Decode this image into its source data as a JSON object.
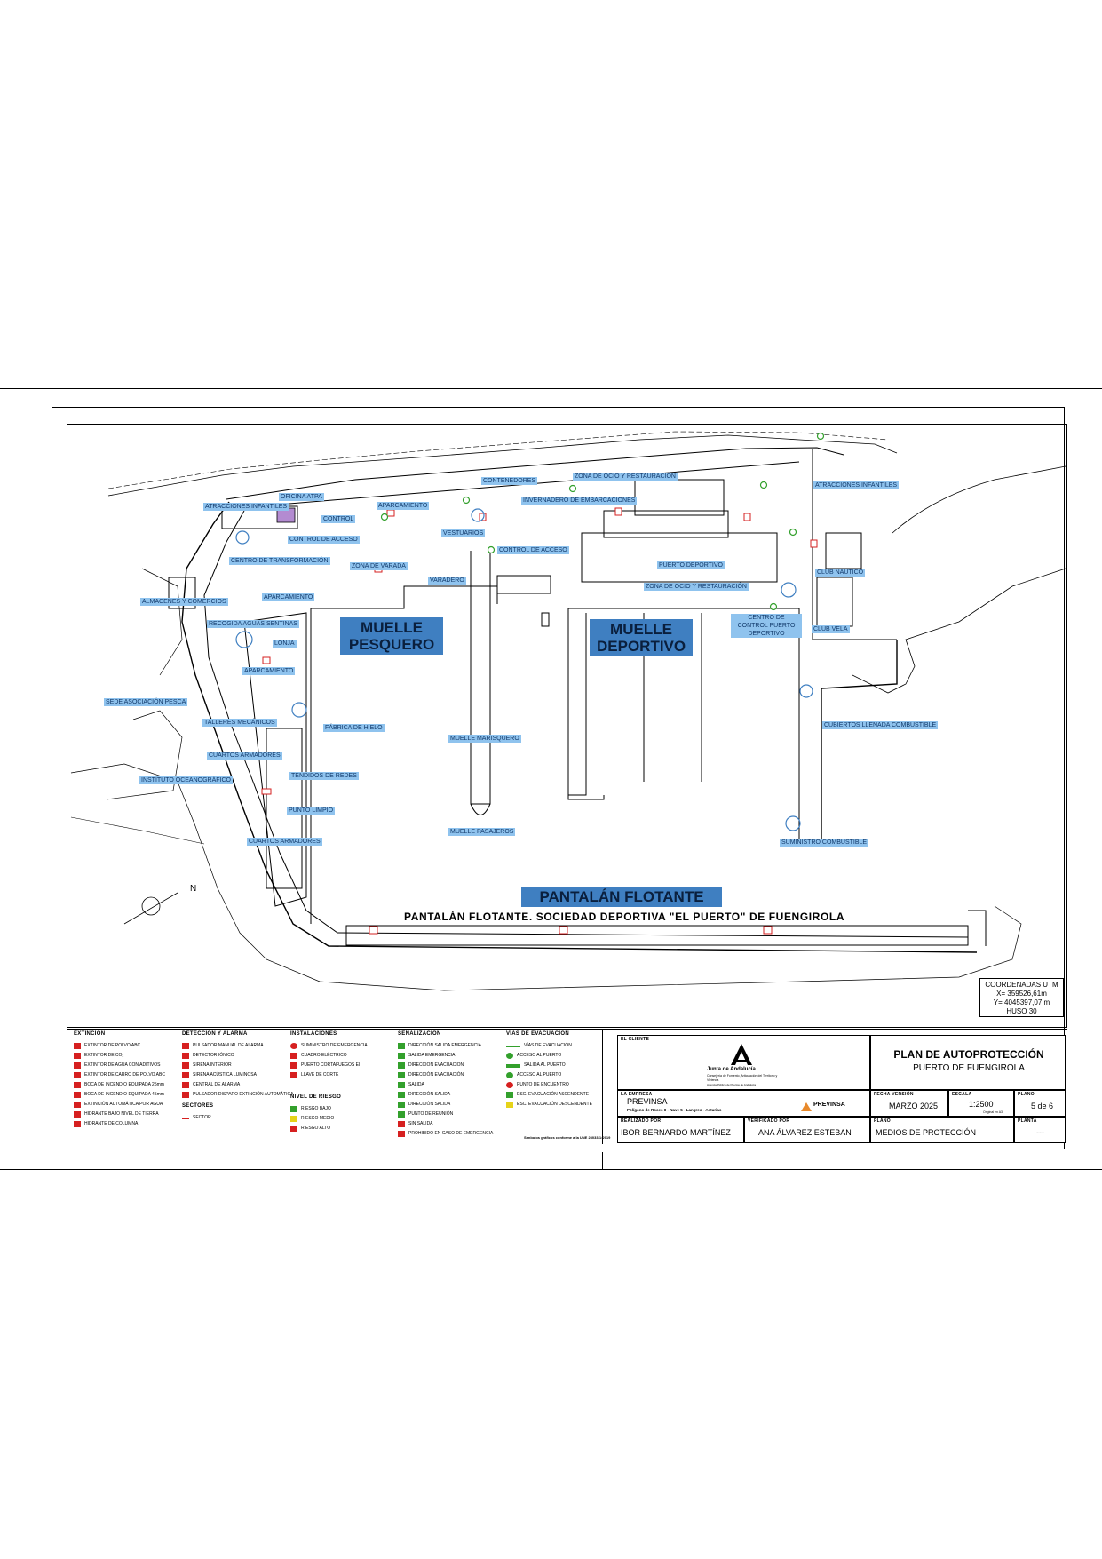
{
  "map": {
    "labels": {
      "oficina_atpa": "OFICINA ATPA",
      "atracciones_infantiles_w": "ATRACCIONES INFANTILES",
      "contenedores": "CONTENEDORES",
      "zona_ocio_n": "ZONA DE OCIO Y RESTAURACIÓN",
      "atracciones_infantiles_e": "ATRACCIONES INFANTILES",
      "aparcamiento_n": "APARCAMIENTO",
      "invernadero": "INVERNADERO DE EMBARCACIONES",
      "control": "CONTROL",
      "control_acceso_w": "CONTROL DE ACCESO",
      "vestuarios": "VESTUARIOS",
      "control_acceso_c": "CONTROL DE ACCESO",
      "centro_transformacion": "CENTRO DE TRANSFORMACIÓN",
      "zona_varada": "ZONA DE VARADA",
      "varadero": "VARADERO",
      "puerto_deportivo": "PUERTO DEPORTIVO",
      "club_nautico": "CLUB NAUTICO",
      "zona_ocio_c": "ZONA DE OCIO Y RESTAURACIÓN",
      "aparcamiento_w": "APARCAMIENTO",
      "almacenes": "ALMACENES Y COMERCIOS",
      "recogida_aguas": "RECOGIDA AGUAS SENTINAS",
      "centro_control": "CENTRO DE CONTROL PUERTO DEPORTIVO",
      "club_vela": "CLUB VELA",
      "lonja": "LONJA",
      "aparcamiento_sw": "APARCAMIENTO",
      "sede_asociacion": "SEDE ASOCIACIÓN PESCA",
      "cubiertos_combustible": "CUBIERTOS LLENADA COMBUSTIBLE",
      "talleres": "TALLERES MECÁNICOS",
      "fabrica_hielo": "FÁBRICA DE HIELO",
      "muelle_mariscos": "MUELLE MARISQUERO",
      "cuartos_armadores_1": "CUARTOS ARMADORES",
      "instituto": "INSTITUTO OCEANOGRÁFICO",
      "tendidos_redes": "TENDIDOS DE REDES",
      "punto_limpio": "PUNTO LIMPIO",
      "muelle_pasajeros": "MUELLE PASAJEROS",
      "cuartos_armadores_2": "CUARTOS ARMADORES",
      "suministro_combustible": "SUMINISTRO COMBUSTIBLE"
    },
    "muelle_pesquero": [
      "MUELLE",
      "PESQUERO"
    ],
    "muelle_deportivo": [
      "MUELLE",
      "DEPORTIVO"
    ],
    "pantalan_flotante": "PANTALÁN FLOTANTE",
    "pantalan_subtitle": "PANTALÁN FLOTANTE. SOCIEDAD DEPORTIVA \"EL PUERTO\" DE FUENGIROLA",
    "north_letter": "N"
  },
  "coords": {
    "title": "COORDENADAS UTM",
    "x": "X= 359526,61m",
    "y": "Y= 4045397,07 m",
    "huso": "HUSO 30"
  },
  "legend": {
    "extincion": {
      "title": "EXTINCIÓN",
      "items": [
        "EXTINTOR DE POLVO ABC",
        "EXTINTOR DE CO₂",
        "EXTINTOR DE AGUA CON ADITIVOS",
        "EXTINTOR DE CARRO DE POLVO ABC",
        "BOCA DE INCENDIO EQUIPADA 25mm",
        "BOCA DE INCENDIO EQUIPADA 45mm",
        "EXTINCIÓN AUTOMÁTICA POR AGUA",
        "HIDRANTE BAJO NIVEL DE TIERRA",
        "HIDRANTE DE COLUMNA"
      ]
    },
    "deteccion": {
      "title": "DETECCIÓN Y ALARMA",
      "items": [
        "PULSADOR MANUAL DE ALARMA",
        "DETECTOR IÓNICO",
        "SIRENA INTERIOR",
        "SIRENA ACÚSTICA LUMINOSA",
        "CENTRAL DE ALARMA",
        "PULSADOR DISPARO EXTINCIÓN AUTOMÁTICA"
      ]
    },
    "sectores": {
      "title": "SECTORES",
      "items": [
        "SECTOR"
      ]
    },
    "instalaciones": {
      "title": "INSTALACIONES",
      "items": [
        "SUMINISTRO DE EMERGENCIA",
        "CUADRO ELÉCTRICO",
        "PUERTO CORTAFUEGOS EI",
        "LLAVE DE CORTE"
      ]
    },
    "riesgo": {
      "title": "NIVEL DE RIESGO",
      "items": [
        "RIESGO BAJO",
        "RIESGO MEDIO",
        "RIESGO ALTO"
      ]
    },
    "senalizacion": {
      "title": "SEÑALIZACIÓN",
      "items": [
        "DIRECCIÓN SALIDA EMERGENCIA",
        "SALIDA EMERGENCIA",
        "DIRECCIÓN EVACUACIÓN",
        "DIRECCIÓN EVACUACIÓN",
        "SALIDA",
        "DIRECCIÓN SALIDA",
        "DIRECCIÓN SALIDA",
        "PUNTO DE REUNIÓN",
        "SIN SALIDA",
        "PROHIBIDO EN CASO DE EMERGENCIA"
      ]
    },
    "vias": {
      "title": "VÍAS DE EVACUACIÓN",
      "items": [
        "VÍAS DE EVACUACIÓN",
        "ACCESO AL PUERTO",
        "SALIDA AL PUERTO",
        "ACCESO AL PUERTO",
        "PUNTO DE ENCUENTRO",
        "ESC. EVACUACIÓN ASCENDENTE",
        "ESC. EVACUACIÓN DESCENDENTE"
      ]
    },
    "note": "Símbolos gráficos conforme a la UNE 23033-1:2019"
  },
  "titleblock": {
    "cliente_cap": "EL CLIENTE",
    "junta": "Junta de Andalucía",
    "junta_sub": "Consejería de Fomento, Articulación del Territorio y Vivienda",
    "junta_sub2": "Agencia Pública de Puertos de Andalucía",
    "plan_title": "PLAN DE AUTOPROTECCIÓN",
    "plan_sub": "PUERTO DE FUENGIROLA",
    "empresa_cap": "LA EMPRESA",
    "empresa": "PREVINSA",
    "empresa_addr": "Polígono de Roces II - Nave 5 - Langreo - Asturias",
    "prevencion_logo": "PREVINSA",
    "fecha_cap": "FECHA VERSIÓN",
    "fecha": "MARZO 2025",
    "escala_cap": "ESCALA",
    "escala": "1:2500",
    "escala_note": "Original en A3",
    "plano_cap": "PLANO",
    "plano": "5 de 6",
    "realizado_cap": "REALIZADO POR",
    "realizado": "IBOR BERNARDO MARTÍNEZ",
    "verificado_cap": "VERIFICADO POR",
    "verificado": "ANA ÁLVAREZ ESTEBAN",
    "plano2_cap": "PLANO",
    "plano2": "MEDIOS DE PROTECCIÓN",
    "planta_cap": "PLANTA",
    "planta": "---"
  },
  "colors": {
    "label_bg": "#8fc3ee",
    "label_text": "#123a6b",
    "big_label_bg": "#3f7fc1",
    "risk_red": "#d62020",
    "evac_green": "#33a02c",
    "building_purple": "#b38bd1"
  }
}
